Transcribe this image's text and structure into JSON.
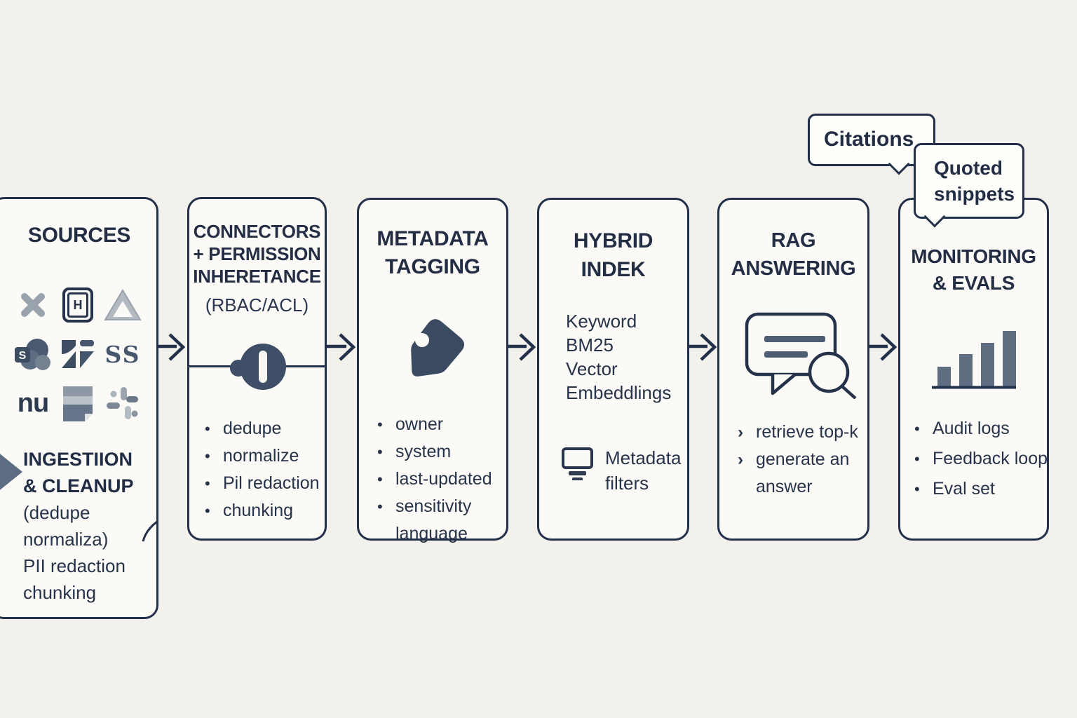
{
  "colors": {
    "ink": "#22304a",
    "slate": "#3d4e66",
    "gray": "#99a3ad",
    "bar_gray": "#5e6e80",
    "page_bg": "#f3f1ec",
    "panel_bg": "#fbfaf6"
  },
  "bubbles": {
    "citations": {
      "label": "Citations"
    },
    "quoted": {
      "line1": "Quoted",
      "line2": "snippets"
    }
  },
  "sources_panel": {
    "title": "SOURCES",
    "icons": [
      {
        "name": "x-mark-icon"
      },
      {
        "name": "boxed-h-icon",
        "glyph": "H"
      },
      {
        "name": "drive-triangle-icon"
      },
      {
        "name": "sharepoint-icon",
        "glyph": "S"
      },
      {
        "name": "zendesk-icon"
      },
      {
        "name": "double-s-icon",
        "glyph": "SS"
      },
      {
        "name": "nu-icon",
        "glyph": "nu"
      },
      {
        "name": "document-icon"
      },
      {
        "name": "pinwheel-icon"
      }
    ],
    "ingestion": {
      "bold1": "INGESTIION",
      "bold2": "& CLEANUP",
      "line1": "(dedupe",
      "line2": "normaliza)",
      "line3": "PII redaction",
      "line4": "chunking"
    }
  },
  "connectors_panel": {
    "title1": "CONNECTORS",
    "title2": "+ PERMISSION",
    "title3": "INHERETANCE",
    "subtitle": "(RBAC/ACL)",
    "bullets": [
      "dedupe",
      "normalize",
      "Pil redaction",
      "chunking"
    ]
  },
  "metadata_panel": {
    "title1": "METADATA",
    "title2": "TAGGING",
    "bullets": [
      "owner",
      "system",
      "last-updated",
      "sensitivity"
    ],
    "continuation": "language"
  },
  "hybrid_panel": {
    "title1": "HYBRID",
    "title2": "INDEK",
    "line1": "Keyword",
    "line2": "BM25",
    "line3": "Vector",
    "line4": "Embeddlings",
    "filter_label1": "Metadata",
    "filter_label2": "filters"
  },
  "rag_panel": {
    "title1": "RAG",
    "title2": "ANSWERING",
    "bullets": [
      "retrieve top-k",
      "generate an"
    ],
    "continuation": "answer",
    "marker": "›"
  },
  "monitoring_panel": {
    "title1": "MONITORING",
    "title2": "& EVALS",
    "bullets": [
      "Audit logs",
      "Feedback loop",
      "Eval set"
    ]
  },
  "bullet_marker": "•"
}
